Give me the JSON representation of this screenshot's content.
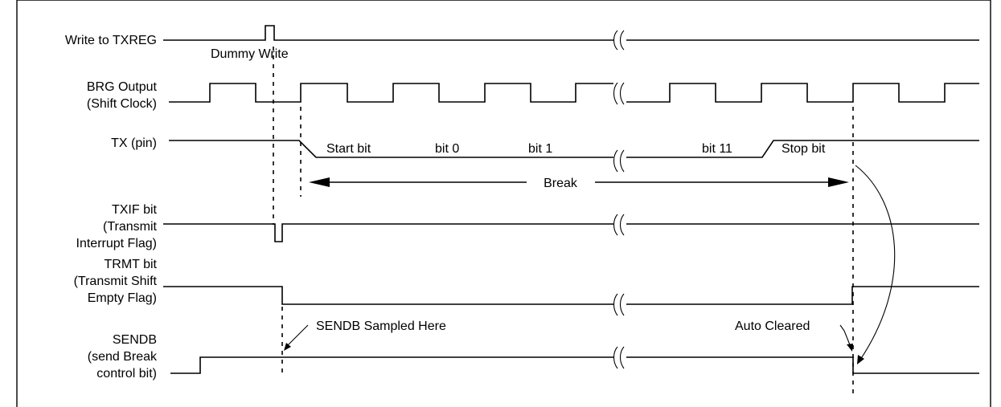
{
  "signals": {
    "write_txreg": "Write to TXREG",
    "brg_output": [
      "BRG Output",
      "(Shift Clock)"
    ],
    "tx_pin": "TX (pin)",
    "txif": [
      "TXIF bit",
      "(Transmit",
      "Interrupt Flag)"
    ],
    "trmt": [
      "TRMT bit",
      "(Transmit Shift",
      "Empty Flag)"
    ],
    "sendb": [
      "SENDB",
      "(send Break",
      "control bit)"
    ]
  },
  "annotations": {
    "dummy_write": "Dummy Write",
    "start_bit": "Start bit",
    "bit0": "bit 0",
    "bit1": "bit 1",
    "bit11": "bit 11",
    "stop_bit": "Stop bit",
    "break": "Break",
    "sendb_sampled": "SENDB Sampled Here",
    "auto_cleared": "Auto Cleared"
  }
}
